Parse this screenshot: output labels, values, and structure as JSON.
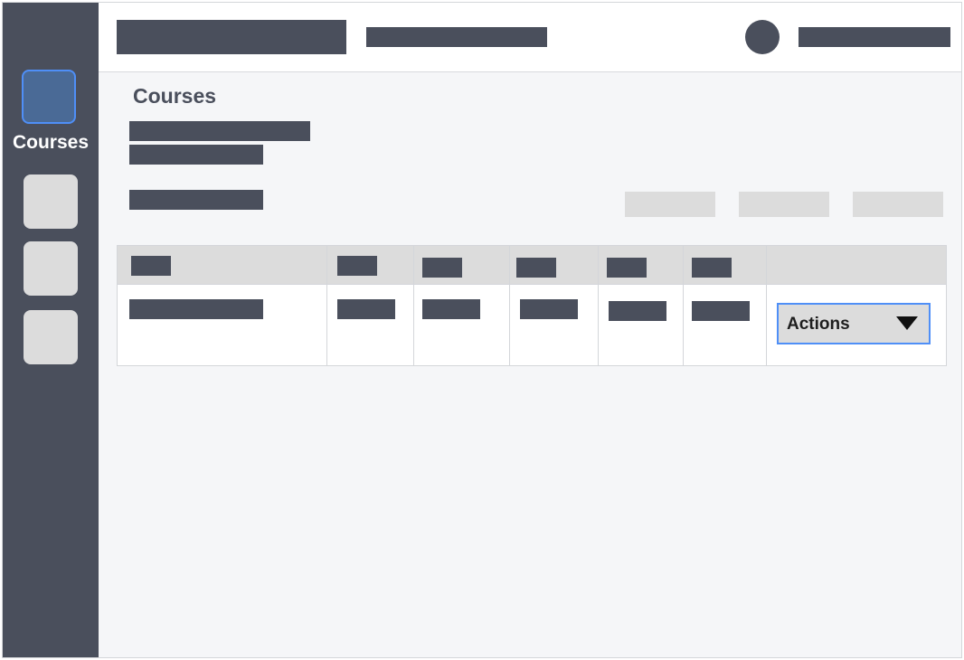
{
  "sidebar": {
    "active_label": "Courses"
  },
  "page": {
    "title": "Courses"
  },
  "table": {
    "row_actions_label": "Actions"
  },
  "colors": {
    "sidebar_bg": "#4a4f5c",
    "active_tile": "#4a6a96",
    "focus_outline": "#4f8ff7",
    "placeholder_block": "#4a4f5c",
    "placeholder_light": "#dcdcdc",
    "content_bg": "#f5f6f8"
  }
}
